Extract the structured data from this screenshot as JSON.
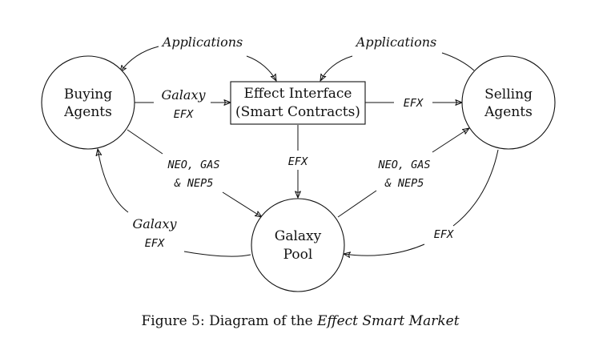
{
  "nodes": {
    "buying_agents": {
      "line1": "Buying",
      "line2": "Agents"
    },
    "selling_agents": {
      "line1": "Selling",
      "line2": "Agents"
    },
    "galaxy_pool": {
      "line1": "Galaxy",
      "line2": "Pool"
    },
    "effect_interface": {
      "line1": "Effect Interface",
      "line2": "(Smart Contracts)"
    }
  },
  "edges": {
    "applications_left": "Applications",
    "applications_right": "Applications",
    "buying_to_interface": {
      "line1": "Galaxy",
      "line2": "EFX"
    },
    "interface_to_selling": "EFX",
    "interface_to_pool": "EFX",
    "buying_to_pool": {
      "line1": "NEO, GAS",
      "line2": "& NEP5"
    },
    "pool_to_selling": {
      "line1": "NEO, GAS",
      "line2": "& NEP5"
    },
    "pool_to_buying": {
      "line1": "Galaxy",
      "line2": "EFX"
    },
    "selling_to_pool": "EFX"
  },
  "caption": {
    "prefix": "Figure 5: Diagram of the ",
    "emphasis": "Effect Smart Market"
  }
}
